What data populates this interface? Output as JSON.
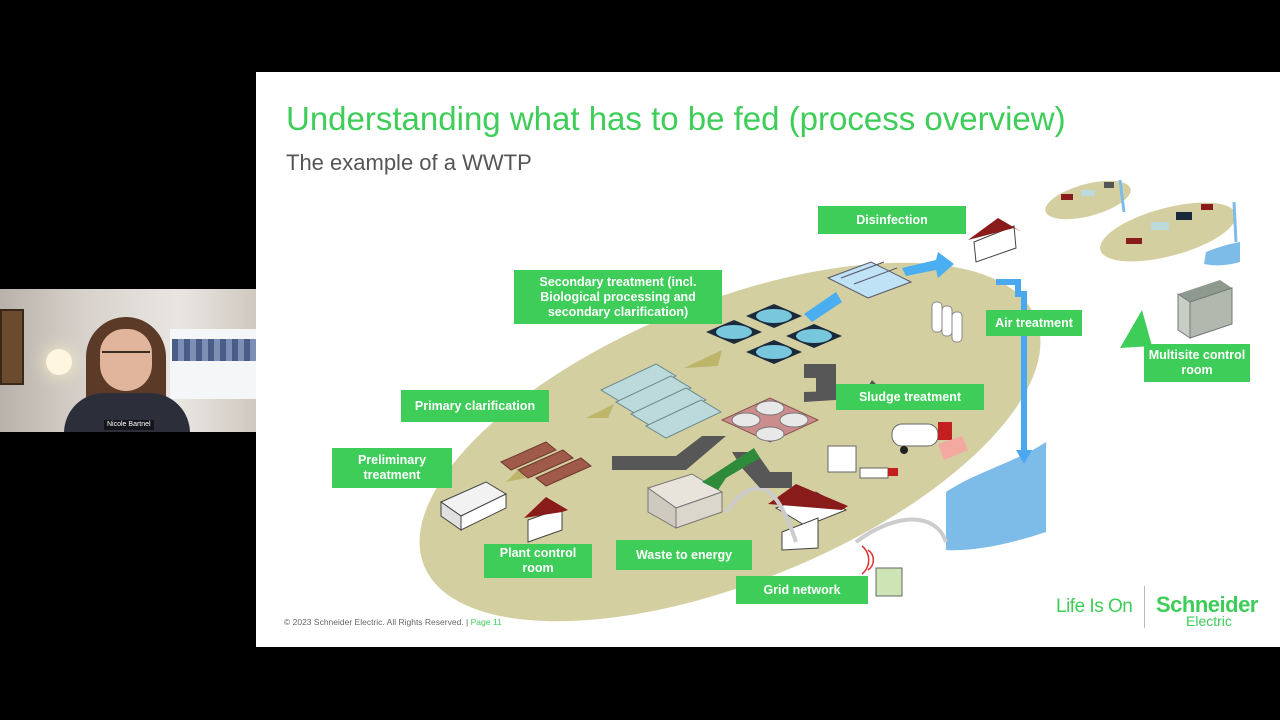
{
  "participant": {
    "name": "Nicole Bartnel"
  },
  "slide": {
    "title": "Understanding what has to be fed (process overview)",
    "subtitle": "The example of a WWTP",
    "labels": {
      "disinfection": "Disinfection",
      "secondary_treatment": "Secondary treatment (incl. Biological processing and secondary clarification)",
      "primary_clarification": "Primary clarification",
      "preliminary_treatment": "Preliminary treatment",
      "plant_control_room": "Plant control room",
      "waste_to_energy": "Waste to energy",
      "grid_network": "Grid network",
      "sludge_treatment": "Sludge treatment",
      "air_treatment": "Air treatment",
      "multisite_control_room": "Multisite control room"
    },
    "footer": {
      "copyright": "© 2023 Schneider Electric. All Rights Reserved. |",
      "page": "Page 11"
    },
    "brand": {
      "tagline": "Life Is On",
      "name": "Schneider",
      "name_sub": "Electric"
    }
  },
  "colors": {
    "accent": "#3dcd58",
    "site_ground": "#d4cfa0",
    "water": "#7dbbe8"
  }
}
